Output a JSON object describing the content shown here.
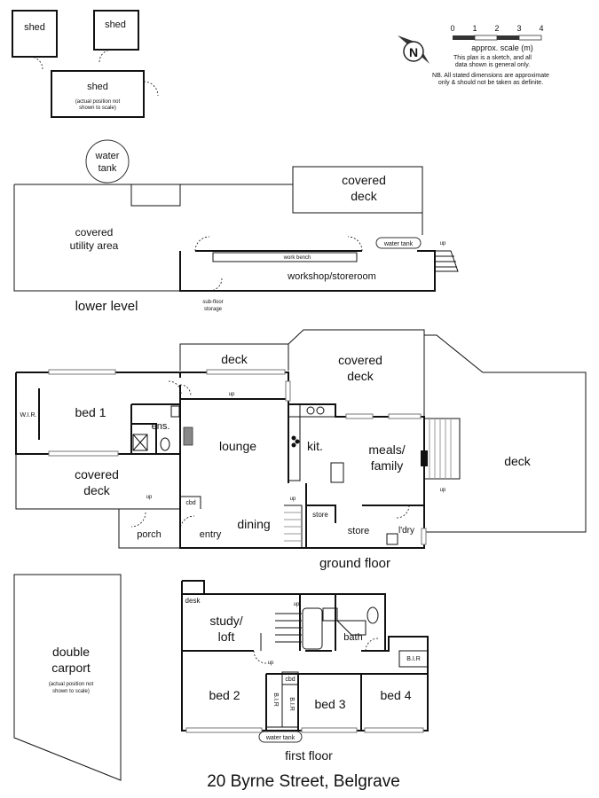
{
  "address": "20 Byrne Street, Belgrave",
  "scale": {
    "ticks": [
      "0",
      "1",
      "2",
      "3",
      "4"
    ],
    "label": "approx. scale (m)",
    "note1": "This plan is a sketch, and all",
    "note2": "data shown is general only.",
    "note3": "NB. All stated dimensions are approximate",
    "note4": "only & should not be taken as definite."
  },
  "compass": "N",
  "outbuildings": {
    "shed": "shed",
    "shed_note1": "(actual position not",
    "shed_note2": "shown to scale)"
  },
  "lower": {
    "level_label": "lower level",
    "water_tank_1": "water",
    "water_tank_2": "tank",
    "covered_deck_1": "covered",
    "covered_deck_2": "deck",
    "utility_1": "covered",
    "utility_2": "utility area",
    "workshop": "workshop/storeroom",
    "work_bench": "work bench",
    "tank_badge": "water tank",
    "up": "up",
    "subfloor_1": "sub-floor",
    "subfloor_2": "storage"
  },
  "ground": {
    "level_label": "ground floor",
    "deck": "deck",
    "covered_deck_1": "covered",
    "covered_deck_2": "deck",
    "bed1": "bed 1",
    "wir": "W.I.R.",
    "ens": "ens.",
    "lounge": "lounge",
    "kit": "kit.",
    "meals_1": "meals/",
    "meals_2": "family",
    "right_deck": "deck",
    "porch": "porch",
    "entry": "entry",
    "dining": "dining",
    "store_1": "store",
    "store_2": "store",
    "ldry": "l'dry",
    "cbd": "cbd",
    "up": "up"
  },
  "first": {
    "level_label": "first floor",
    "carport_1": "double",
    "carport_2": "carport",
    "carport_note1": "(actual position not",
    "carport_note2": "shown to scale)",
    "desk": "desk",
    "study_1": "study/",
    "study_2": "loft",
    "bath": "bath",
    "bir": "B.I.R",
    "bed2": "bed 2",
    "bed3": "bed 3",
    "bed4": "bed 4",
    "cbd": "cbd",
    "tank_badge": "water tank",
    "up": "up"
  }
}
